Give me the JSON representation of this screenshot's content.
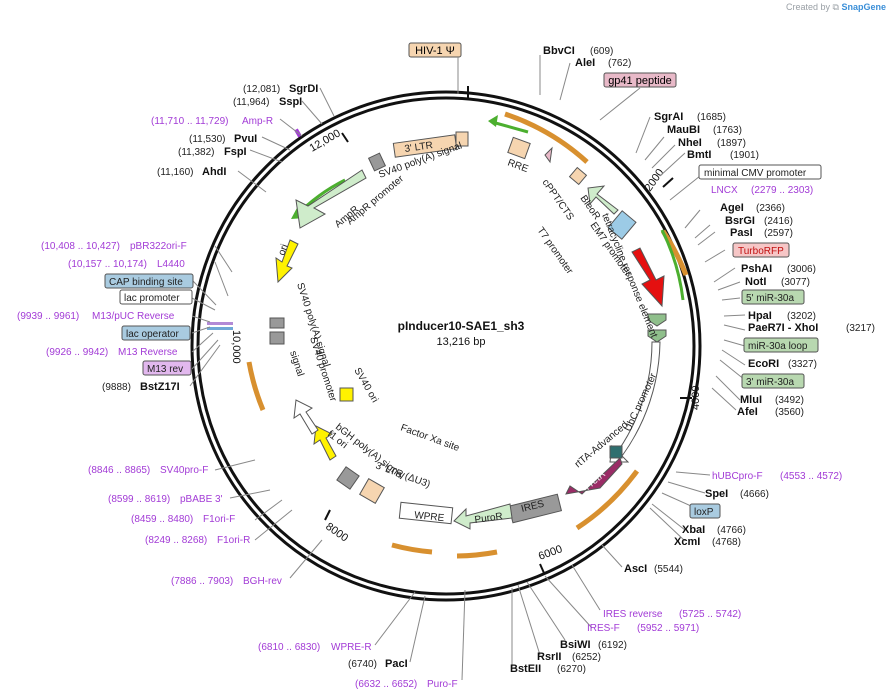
{
  "credit": {
    "prefix": "Created by",
    "brand": "SnapGene"
  },
  "plasmid": {
    "name": "pInducer10-SAE1_sh3",
    "size": "13,216 bp"
  },
  "ticks": [
    "2000",
    "4000",
    "6000",
    "8000",
    "10,000",
    "12,000"
  ],
  "top_boxes": [
    {
      "text": "HIV-1 Ψ",
      "color": "#f6d5b0"
    },
    {
      "text": "gp41 peptide",
      "color": "#e8b9c8"
    }
  ],
  "sites_top": [
    {
      "name": "BbvCI",
      "pos": "(609)"
    },
    {
      "name": "AleI",
      "pos": "(762)"
    },
    {
      "name": "SgrAI",
      "pos": "(1685)"
    },
    {
      "name": "MauBI",
      "pos": "(1763)"
    },
    {
      "name": "NheI",
      "pos": "(1897)"
    },
    {
      "name": "BmtI",
      "pos": "(1901)"
    }
  ],
  "right_labels": [
    {
      "kind": "boxed",
      "text": "minimal CMV promoter",
      "color": "#ffffff"
    },
    {
      "kind": "primer",
      "text": "LNCX",
      "pos": "(2279 .. 2303)"
    },
    {
      "kind": "enzyme",
      "text": "AgeI",
      "pos": "(2366)"
    },
    {
      "kind": "enzyme",
      "text": "BsrGI",
      "pos": "(2416)"
    },
    {
      "kind": "enzyme",
      "text": "PasI",
      "pos": "(2597)"
    },
    {
      "kind": "boxed",
      "text": "TurboRFP",
      "color": "#f6c6c6"
    },
    {
      "kind": "enzyme",
      "text": "PshAI",
      "pos": "(3006)"
    },
    {
      "kind": "enzyme",
      "text": "NotI",
      "pos": "(3077)"
    },
    {
      "kind": "boxed",
      "text": "5' miR-30a",
      "color": "#b8d8b0"
    },
    {
      "kind": "enzyme",
      "text": "HpaI",
      "pos": "(3202)"
    },
    {
      "kind": "enzyme",
      "text": "PaeR7I  - XhoI",
      "pos": "(3217)"
    },
    {
      "kind": "boxed",
      "text": "miR-30a loop",
      "color": "#b8d8b0"
    },
    {
      "kind": "enzyme",
      "text": "EcoRI",
      "pos": "(3327)"
    },
    {
      "kind": "boxed",
      "text": "3' miR-30a",
      "color": "#b8d8b0"
    },
    {
      "kind": "enzyme",
      "text": "MluI",
      "pos": "(3492)"
    },
    {
      "kind": "enzyme",
      "text": "AfeI",
      "pos": "(3560)"
    }
  ],
  "right_lower": [
    {
      "kind": "primer",
      "text": "hUBCpro-F",
      "pos": "(4553 .. 4572)"
    },
    {
      "kind": "enzyme",
      "text": "SpeI",
      "pos": "(4666)"
    },
    {
      "kind": "boxed",
      "text": "loxP",
      "color": "#a9cbe0"
    },
    {
      "kind": "enzyme",
      "text": "XbaI",
      "pos": "(4766)"
    },
    {
      "kind": "enzyme",
      "text": "XcmI",
      "pos": "(4768)"
    }
  ],
  "bottom_labels": [
    {
      "kind": "enzyme",
      "text": "AscI",
      "pos": "(5544)"
    },
    {
      "kind": "primer",
      "text": "IRES reverse",
      "pos": "(5725 .. 5742)"
    },
    {
      "kind": "primer",
      "text": "IRES-F",
      "pos": "(5952 .. 5971)"
    },
    {
      "kind": "enzyme",
      "text": "BsiWI",
      "pos": "(6192)"
    },
    {
      "kind": "enzyme",
      "text": "RsrII",
      "pos": "(6252)"
    },
    {
      "kind": "enzyme",
      "text": "BstEII",
      "pos": "(6270)"
    },
    {
      "kind": "enzyme",
      "text": "PacI",
      "pos": "(6740)"
    },
    {
      "kind": "primer",
      "text": "WPRE-R",
      "pos": "(6810 .. 6830)"
    },
    {
      "kind": "primer",
      "text": "Puro-F",
      "pos": "(6632 .. 6652)"
    }
  ],
  "left_labels": [
    {
      "kind": "enzyme",
      "text": "SgrDI",
      "pos": "(12,081)"
    },
    {
      "kind": "enzyme",
      "text": "SspI",
      "pos": "(11,964)"
    },
    {
      "kind": "primer",
      "text": "Amp-R",
      "pos": "(11,710 .. 11,729)"
    },
    {
      "kind": "enzyme",
      "text": "PvuI",
      "pos": "(11,530)"
    },
    {
      "kind": "enzyme",
      "text": "FspI",
      "pos": "(11,382)"
    },
    {
      "kind": "enzyme",
      "text": "AhdI",
      "pos": "(11,160)"
    },
    {
      "kind": "primer",
      "text": "pBR322ori-F",
      "pos": "(10,408 .. 10,427)"
    },
    {
      "kind": "primer",
      "text": "L4440",
      "pos": "(10,157 .. 10,174)"
    },
    {
      "kind": "boxed",
      "text": "CAP binding site",
      "color": "#a9cbe0"
    },
    {
      "kind": "boxed",
      "text": "lac promoter",
      "color": "#ffffff"
    },
    {
      "kind": "primer",
      "text": "M13/pUC Reverse",
      "pos": "(9939 .. 9961)"
    },
    {
      "kind": "boxed",
      "text": "lac operator",
      "color": "#a9cbe0"
    },
    {
      "kind": "primer",
      "text": "M13 Reverse",
      "pos": "(9926 .. 9942)"
    },
    {
      "kind": "boxed",
      "text": "M13 rev",
      "color": "#e2b8ee"
    },
    {
      "kind": "enzyme",
      "text": "BstZ17I",
      "pos": "(9888)"
    }
  ],
  "left_lower": [
    {
      "kind": "primer",
      "text": "SV40pro-F",
      "pos": "(8846 .. 8865)"
    },
    {
      "kind": "primer",
      "text": "pBABE 3'",
      "pos": "(8599 .. 8619)"
    },
    {
      "kind": "primer",
      "text": "F1ori-F",
      "pos": "(8459 .. 8480)"
    },
    {
      "kind": "primer",
      "text": "F1ori-R",
      "pos": "(8249 .. 8268)"
    },
    {
      "kind": "primer",
      "text": "BGH-rev",
      "pos": "(7886 .. 7903)"
    }
  ],
  "features": {
    "ltr3": "3' LTR",
    "sv40polyA_top": "SV40 poly(A) signal",
    "rre": "RRE",
    "cppt": "cPPT/CTS",
    "bleor": "BleoR",
    "em7": "EM7 promoter",
    "tre": "tetracycline response element",
    "t7": "T7 promoter",
    "ampr": "AmpR",
    "ampr_promoter": "AmpR promoter",
    "ori": "ori",
    "sv40polyA_left": "SV40 poly(A) signal",
    "sv40promoter": "SV40 promoter",
    "sv40ori": "SV40 ori",
    "factorxa": "Factor Xa site",
    "bgh": "bGH poly(A) signal",
    "f1ori": "f1 ori",
    "ltr3_du3": "3' LTR (ΔU3)",
    "ubc": "UbC promoter",
    "rtta": "rtTA-Advanced",
    "rtetr": "rTetR",
    "ires": "IRES",
    "puror": "PuroR",
    "wpre": "WPRE"
  }
}
